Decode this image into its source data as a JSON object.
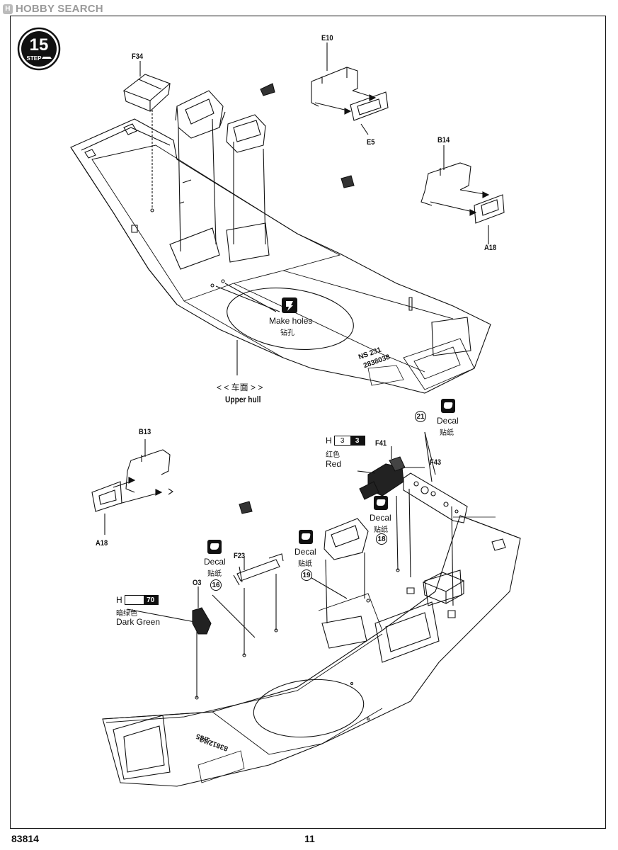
{
  "watermark": {
    "icon_letter": "H",
    "text": "HOBBY SEARCH"
  },
  "step": {
    "number": "15",
    "label": "STEP"
  },
  "part_labels": {
    "f34": "F34",
    "e10": "E10",
    "e5": "E5",
    "b14": "B14",
    "a18_top": "A18",
    "b13": "B13",
    "a18_bottom": "A18",
    "f41": "F41",
    "f43": "F43",
    "f23": "F23",
    "o3": "O3"
  },
  "make_holes": {
    "en": "Make holes",
    "zh": "钻孔"
  },
  "upper_hull": {
    "zh": "< < 车面 > >",
    "en": "Upper hull"
  },
  "hull_markings": {
    "top_line1": "NS 231",
    "top_line2": "2838038",
    "bottom_line1": "1/35",
    "bottom_line2": "83812/12"
  },
  "decals": [
    {
      "number": "21",
      "en": "Decal",
      "zh": "贴纸"
    },
    {
      "number": "18",
      "en": "Decal",
      "zh": "贴纸"
    },
    {
      "number": "19",
      "en": "Decal",
      "zh": "贴纸"
    },
    {
      "number": "16",
      "en": "Decal",
      "zh": "贴纸"
    }
  ],
  "paints": [
    {
      "prefix": "H",
      "code_white": "3",
      "code_black": "3",
      "zh": "红色",
      "en": "Red"
    },
    {
      "prefix": "H",
      "code_white": "",
      "code_black": "70",
      "zh": "暗绿色",
      "en": "Dark Green"
    }
  ],
  "footer": {
    "kit_number": "83814",
    "page_number": "11"
  }
}
